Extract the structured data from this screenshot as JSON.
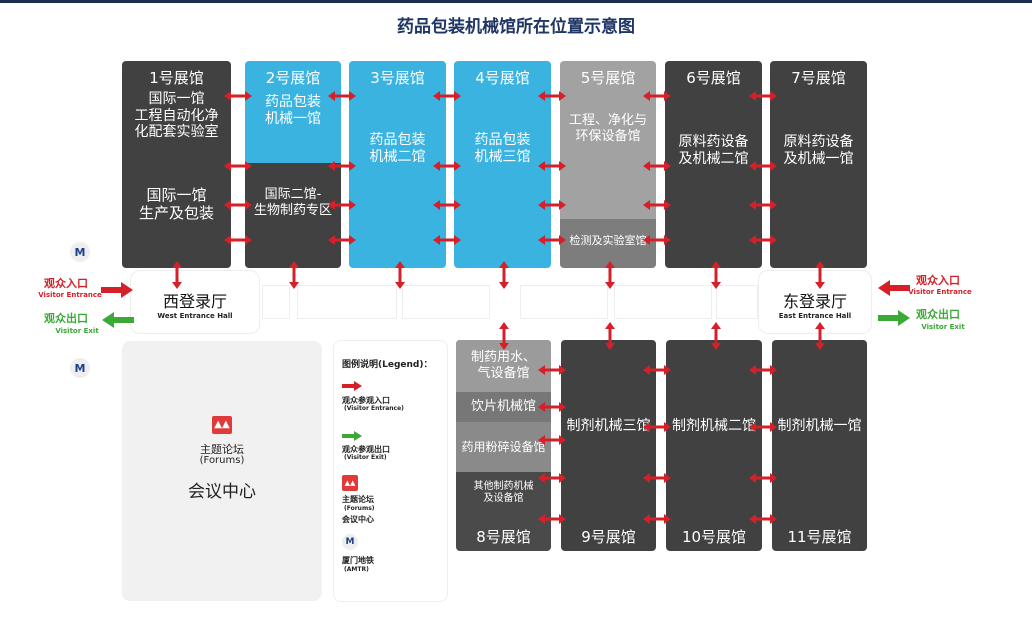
{
  "title": "药品包装机械馆所在位置示意图",
  "top_halls": [
    {
      "name": "1号展馆",
      "sections": [
        "国际一馆\n工程自动化净\n化配套实验室",
        "国际一馆\n生产及包装"
      ]
    },
    {
      "name": "2号展馆",
      "sections": [
        "药品包装\n机械一馆",
        "国际二馆-\n生物制药专区"
      ]
    },
    {
      "name": "3号展馆",
      "sections": [
        "药品包装\n机械二馆"
      ]
    },
    {
      "name": "4号展馆",
      "sections": [
        "药品包装\n机械三馆"
      ]
    },
    {
      "name": "5号展馆",
      "sections": [
        "工程、净化与\n环保设备馆",
        "检测及实验室馆"
      ]
    },
    {
      "name": "6号展馆",
      "sections": [
        "原料药设备\n及机械二馆"
      ]
    },
    {
      "name": "7号展馆",
      "sections": [
        "原料药设备\n及机械一馆"
      ]
    }
  ],
  "bottom_halls": [
    {
      "name": "8号展馆",
      "sections": [
        "制药用水、\n气设备馆",
        "饮片机械馆",
        "药用粉碎设备馆",
        "其他制药机械\n及设备馆"
      ]
    },
    {
      "name": "9号展馆",
      "sections": [
        "制剂机械三馆"
      ]
    },
    {
      "name": "10号展馆",
      "sections": [
        "制剂机械二馆"
      ]
    },
    {
      "name": "11号展馆",
      "sections": [
        "制剂机械一馆"
      ]
    }
  ],
  "west_hall": {
    "name": "西登录厅",
    "en": "West Entrance Hall"
  },
  "east_hall": {
    "name": "东登录厅",
    "en": "East Entrance Hall"
  },
  "entrance": {
    "cn": "观众入口",
    "en": "Visitor Entrance"
  },
  "exit": {
    "cn": "观众出口",
    "en": "Visitor Exit"
  },
  "conference": {
    "forum": "主题论坛",
    "forum_en": "(Forums)",
    "name": "会议中心"
  },
  "legend": {
    "title": "图例说明(Legend)：",
    "entrance": "观众参观入口",
    "entrance_en": "(Visitor Entrance)",
    "exit": "观众参观出口",
    "exit_en": "(Visitor Exit)",
    "forum": "主题论坛",
    "forum_en": "(Forums)",
    "forum2": "会议中心",
    "metro": "厦门地铁",
    "metro_en": "(AMTR)"
  },
  "colors": {
    "hall_dark": "#414141",
    "hall_blue": "#3bb3e0",
    "arrow_red": "#d5202a",
    "arrow_green": "#3aa935"
  }
}
